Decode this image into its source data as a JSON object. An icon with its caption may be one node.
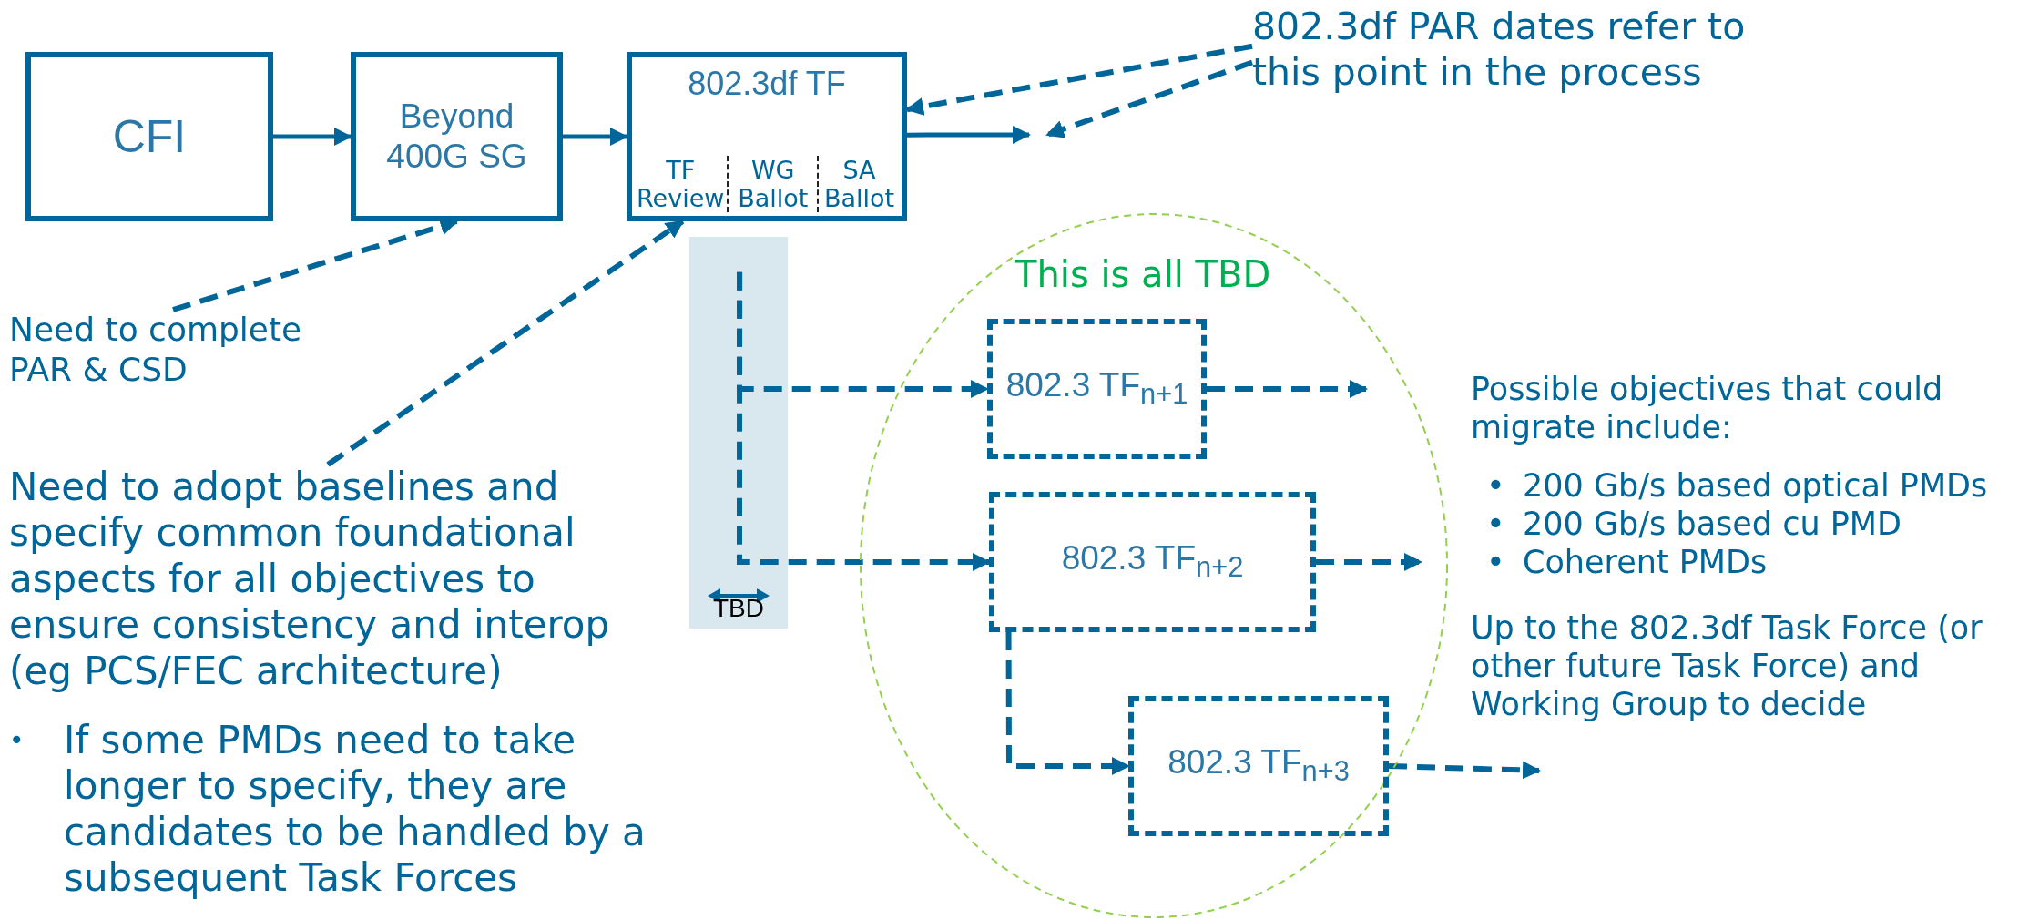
{
  "diagram": {
    "nodes": [
      {
        "text": [
          "CFI"
        ]
      },
      {
        "text": [
          "Beyond 400G SG"
        ]
      },
      {
        "text": [
          "802.3df TF",
          "TF Review",
          "WG Ballot",
          "SA Ballot"
        ]
      },
      {
        "text": [
          "802.3df PAR dates refer to this point in the process"
        ]
      },
      {
        "text": [
          "Need to complete PAR & CSD"
        ]
      },
      {
        "text": [
          "Need to adopt baselines and specify common foundational aspects for all objectives to ensure consistency and interop (eg PCS/FEC architecture)",
          "•",
          "If some PMDs need to take longer to specify, they are candidates to be handled by a subsequent Task Forces"
        ]
      },
      {
        "text": [
          "TBD"
        ]
      },
      {
        "text": [
          "This is all TBD"
        ]
      },
      {
        "text": [
          "802.3 TF$_{n+1}$"
        ],
        "in": 7
      },
      {
        "text": [
          "802.3 TF$_{n+2}$"
        ],
        "in": 7
      },
      {
        "text": [
          "802.3 TF$_{n+3}$"
        ],
        "in": 7
      }
    ],
    "edges": [
      {
        "from": 0,
        "to": 1,
        "arrow": "to"
      },
      {
        "from": 1,
        "to": 2,
        "arrow": "to"
      },
      {
        "from": 2,
        "to": null,
        "arrow": "to"
      },
      {
        "from": 3,
        "to": 2,
        "arrow": "to",
        "style": "dashed"
      },
      {
        "from": 3,
        "to": null,
        "arrow": "to",
        "style": "dashed"
      },
      {
        "from": 4,
        "to": 1,
        "arrow": "to",
        "style": "dashed"
      },
      {
        "from": 5,
        "to": 2,
        "arrow": "to",
        "style": "dashed"
      },
      {
        "from": 6,
        "to": 8,
        "arrow": "to",
        "style": "dashed"
      },
      {
        "from": 6,
        "to": 9,
        "arrow": "to",
        "style": "dashed"
      },
      {
        "from": 8,
        "to": null,
        "arrow": "to",
        "style": "dashed"
      },
      {
        "from": 9,
        "to": null,
        "arrow": "to",
        "style": "dashed"
      },
      {
        "from": 9,
        "to": 10,
        "arrow": "to",
        "style": "dashed"
      },
      {
        "from": 10,
        "to": null,
        "arrow": "to",
        "style": "dashed"
      }
    ],
    "labels": [
      "Possible objectives that could migrate include:",
      "•",
      "200 Gb/s based optical PMDs",
      "•",
      "200 Gb/s based cu PMD",
      "•",
      "Coherent PMDs",
      "Up to the 802.3df Task Force (or other future Task Force) and Working Group to decide"
    ]
  }
}
